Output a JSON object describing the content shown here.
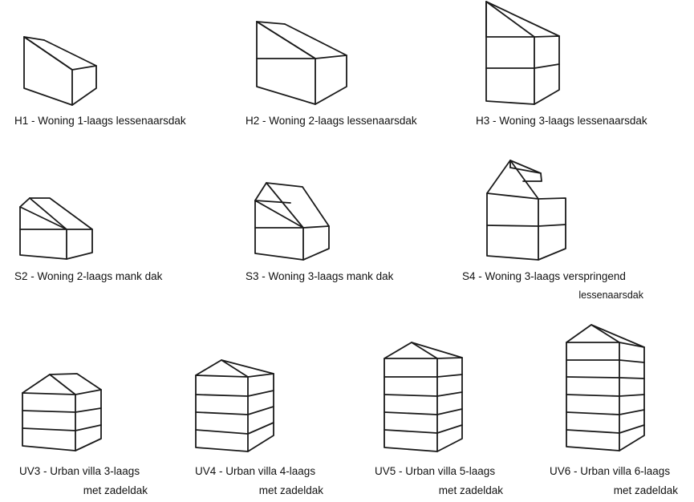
{
  "houses": [
    {
      "id": "h1",
      "code": "H1",
      "name": "Woning 1-laags lessenaarsdak"
    },
    {
      "id": "h2",
      "code": "H2",
      "name": "Woning 2-laags lessenaarsdak"
    },
    {
      "id": "h3",
      "code": "H3",
      "name": "Woning 3-laags lessenaarsdak"
    },
    {
      "id": "s2",
      "code": "S2",
      "name": "Woning 2-laags mank dak"
    },
    {
      "id": "s3",
      "code": "S3",
      "name": "Woning 3-laags mank dak"
    },
    {
      "id": "s4",
      "code": "S4",
      "name": "Woning 3-laags verspringend",
      "name_line2": "lessenaarsdak"
    },
    {
      "id": "uv3",
      "code": "UV3",
      "name": "Urban villa 3-laags",
      "name_line2": "met zadeldak"
    },
    {
      "id": "uv4",
      "code": "UV4",
      "name": "Urban villa 4-laags",
      "name_line2": "met zadeldak"
    },
    {
      "id": "uv5",
      "code": "UV5",
      "name": "Urban villa 5-laags",
      "name_line2": "met zadeldak"
    },
    {
      "id": "uv6",
      "code": "UV6",
      "name": "Urban villa 6-laags",
      "name_line2": "met zadeldak"
    }
  ],
  "separator": " - "
}
